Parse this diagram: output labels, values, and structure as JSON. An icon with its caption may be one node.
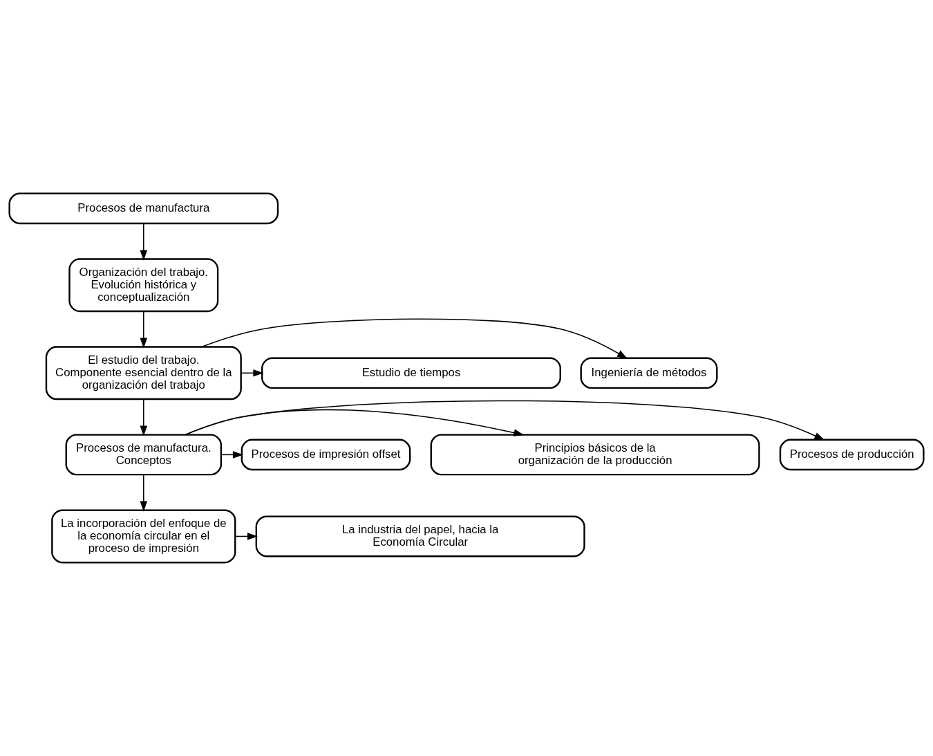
{
  "diagram": {
    "nodes": [
      {
        "text": [
          "Procesos de manufactura"
        ]
      },
      {
        "text": [
          "Organización del trabajo. Evolución histórica y conceptualización"
        ]
      },
      {
        "text": [
          "El estudio del trabajo. Componente esencial dentro de la organización del trabajo"
        ]
      },
      {
        "text": [
          "Ingeniería de métodos"
        ]
      },
      {
        "text": [
          "Estudio de tiempos"
        ]
      },
      {
        "text": [
          "Procesos de manufactura. Conceptos"
        ]
      },
      {
        "text": [
          "Procesos de producción"
        ]
      },
      {
        "text": [
          "Principios básicos de la organización de la producción"
        ]
      },
      {
        "text": [
          "Procesos de impresión offset"
        ]
      },
      {
        "text": [
          "La incorporación del enfoque de la economía circular en el proceso de impresión"
        ]
      },
      {
        "text": [
          "La industria del papel, hacia la Economía Circular"
        ]
      }
    ],
    "edges": [
      {
        "from": 0,
        "to": 1,
        "arrow": "to"
      },
      {
        "from": 1,
        "to": 2,
        "arrow": "to"
      },
      {
        "from": 2,
        "to": 3,
        "arrow": "to"
      },
      {
        "from": 2,
        "to": 4,
        "arrow": "to"
      },
      {
        "from": 2,
        "to": 5,
        "arrow": "to"
      },
      {
        "from": 5,
        "to": 6,
        "arrow": "to"
      },
      {
        "from": 5,
        "to": 7,
        "arrow": "to"
      },
      {
        "from": 5,
        "to": 8,
        "arrow": "to"
      },
      {
        "from": 5,
        "to": 9,
        "arrow": "to"
      },
      {
        "from": 9,
        "to": 10,
        "arrow": "to"
      }
    ]
  }
}
